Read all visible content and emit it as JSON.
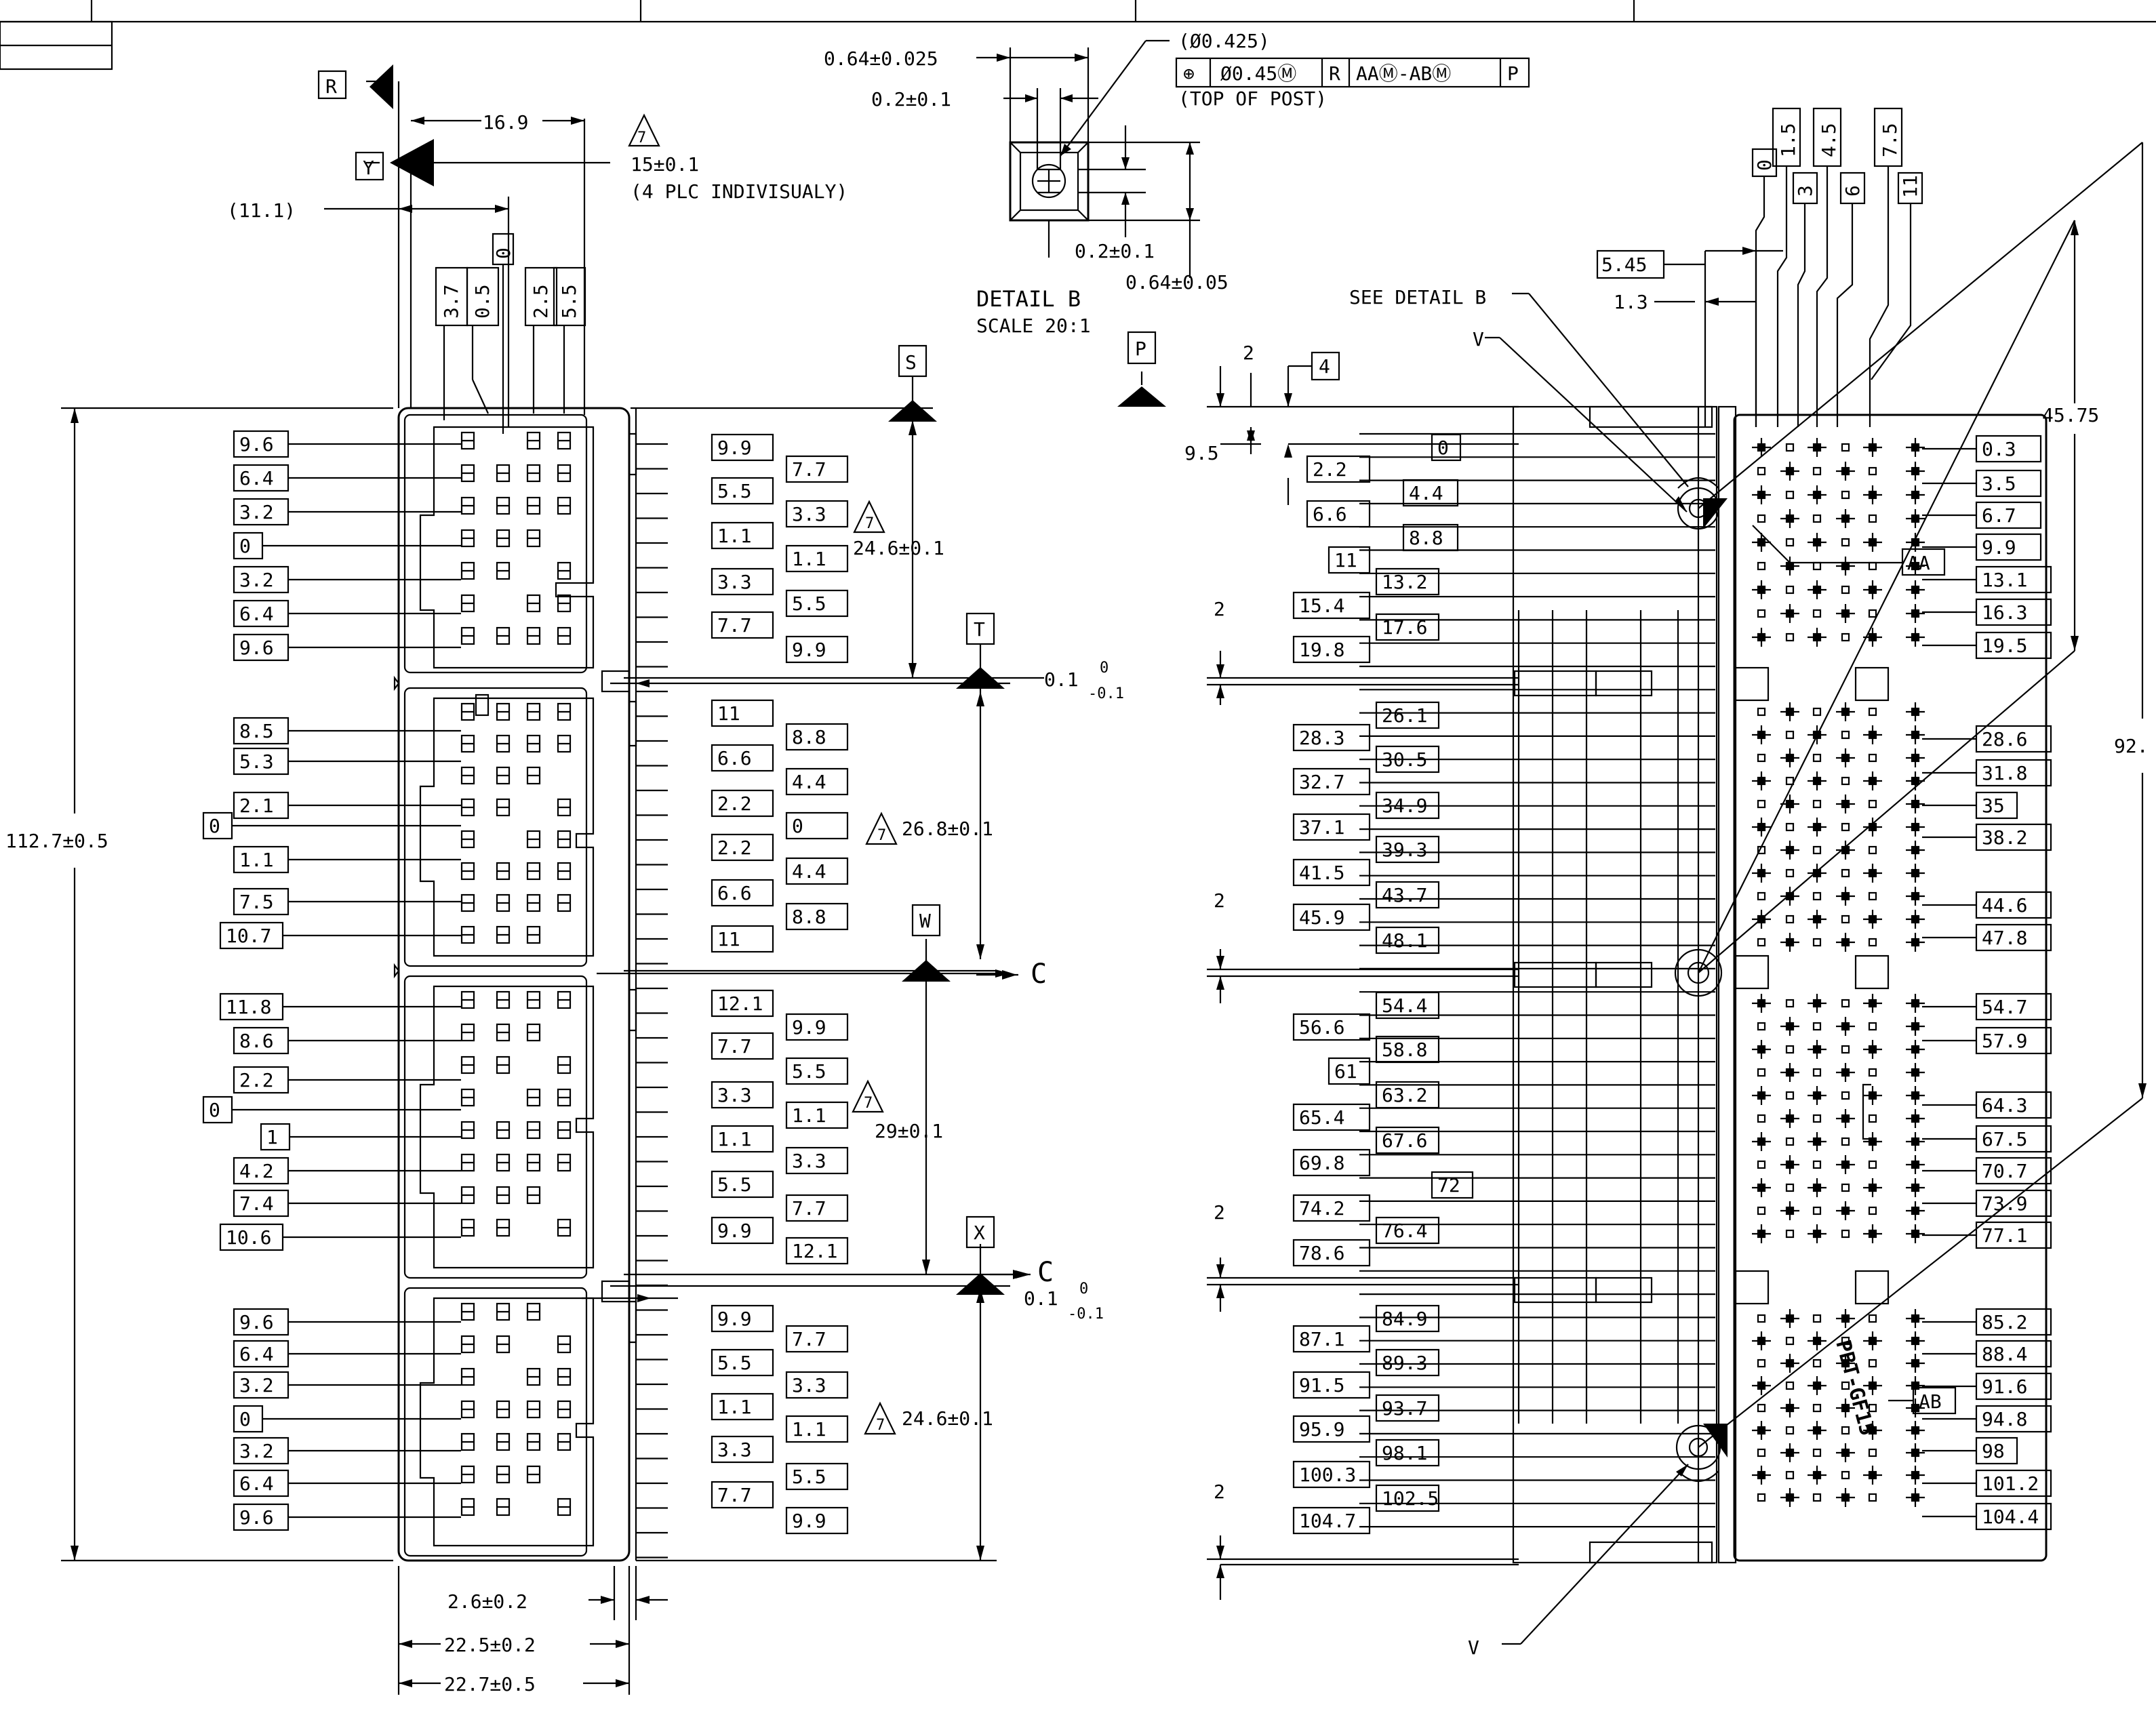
{
  "detail_b": {
    "title": "DETAIL B",
    "scale": "SCALE 20:1",
    "dim_width": "0.64±0.025",
    "dim_inner": "0.2±0.1",
    "dim_inner_v": "0.2±0.1",
    "dim_height": "0.64±0.05",
    "phi": "(Ø0.425)",
    "fcf": [
      "⊕",
      "Ø0.45Ⓜ",
      "R",
      "AAⓂ-ABⓂ",
      "P"
    ],
    "top_note": "(TOP OF POST)"
  },
  "datums": {
    "R": "R",
    "Y": "Y",
    "S": "S",
    "T": "T",
    "W": "W",
    "X": "X",
    "P": "P",
    "C": "C",
    "AA": "AA",
    "AB": "AB",
    "V": "V"
  },
  "left_view": {
    "top_dims": {
      "d169": "16.9",
      "d111": "(11.1)",
      "d15": "15±0.1",
      "d15_note": "(4 PLC INDIVISUALY)",
      "tri7": "7"
    },
    "col_labels": [
      "3.7",
      "0.5",
      "0",
      "2.5",
      "5.5"
    ],
    "overall_h": "112.7±0.5",
    "bottom_dims": [
      "2.6±0.2",
      "22.5±0.2",
      "22.7±0.5"
    ],
    "section_dims": [
      {
        "tri": "7",
        "text": "24.6±0.1"
      },
      {
        "tri": "7",
        "text": "26.8±0.1"
      },
      {
        "tri": "7",
        "text": "29±0.1"
      },
      {
        "tri": "7",
        "text": "24.6±0.1"
      }
    ],
    "tol": {
      "val": "0.1",
      "up": "0",
      "dn": "-0.1"
    },
    "left_labels": [
      "9.6",
      "6.4",
      "3.2",
      "0",
      "3.2",
      "6.4",
      "9.6",
      "8.5",
      "5.3",
      "2.1",
      "0",
      "1.1",
      "7.5",
      "10.7",
      "11.8",
      "8.6",
      "2.2",
      "0",
      "1",
      "4.2",
      "7.4",
      "10.6",
      "9.6",
      "6.4",
      "3.2",
      "0",
      "3.2",
      "6.4",
      "9.6"
    ],
    "right_a": [
      "9.9",
      "5.5",
      "1.1",
      "3.3",
      "7.7",
      "11",
      "6.6",
      "2.2",
      "2.2",
      "6.6",
      "11",
      "12.1",
      "7.7",
      "3.3",
      "1.1",
      "5.5",
      "9.9",
      "9.9",
      "5.5",
      "1.1",
      "3.3",
      "7.7"
    ],
    "right_b": [
      "7.7",
      "3.3",
      "1.1",
      "5.5",
      "9.9",
      "8.8",
      "4.4",
      "0",
      "4.4",
      "8.8",
      "9.9",
      "5.5",
      "1.1",
      "3.3",
      "7.7",
      "12.1",
      "7.7",
      "3.3",
      "1.1",
      "5.5",
      "9.9"
    ]
  },
  "right_view": {
    "see_detail": "SEE DETAIL B",
    "top_boxes": [
      "1.5",
      "4.5",
      "7.5"
    ],
    "top_boxes2": [
      "0",
      "3",
      "6",
      "11"
    ],
    "d545": "5.45",
    "d13": "1.3",
    "d4575": "45.75",
    "d92": "92.",
    "d95": "9.5",
    "d2": "2",
    "d4": "4",
    "gap2": [
      "2",
      "2",
      "2",
      "2"
    ],
    "marking": "PBT-GF15",
    "left_col_a": [
      "0",
      "4.4",
      "8.8",
      "13.2",
      "17.6",
      "26.1",
      "30.5",
      "34.9",
      "39.3",
      "43.7",
      "48.1",
      "54.4",
      "58.8",
      "63.2",
      "67.6",
      "72",
      "76.4",
      "84.9",
      "89.3",
      "93.7",
      "98.1",
      "102.5"
    ],
    "left_col_b": [
      "2.2",
      "6.6",
      "11",
      "15.4",
      "19.8",
      "28.3",
      "32.7",
      "37.1",
      "41.5",
      "45.9",
      "56.6",
      "61",
      "65.4",
      "69.8",
      "74.2",
      "78.6",
      "87.1",
      "91.5",
      "95.9",
      "100.3",
      "104.7"
    ],
    "right_col": [
      "0.3",
      "3.5",
      "6.7",
      "9.9",
      "13.1",
      "16.3",
      "19.5",
      "28.6",
      "31.8",
      "35",
      "38.2",
      "44.6",
      "47.8",
      "54.7",
      "57.9",
      "64.3",
      "67.5",
      "70.7",
      "73.9",
      "77.1",
      "85.2",
      "88.4",
      "91.6",
      "94.8",
      "98",
      "101.2",
      "104.4"
    ]
  }
}
